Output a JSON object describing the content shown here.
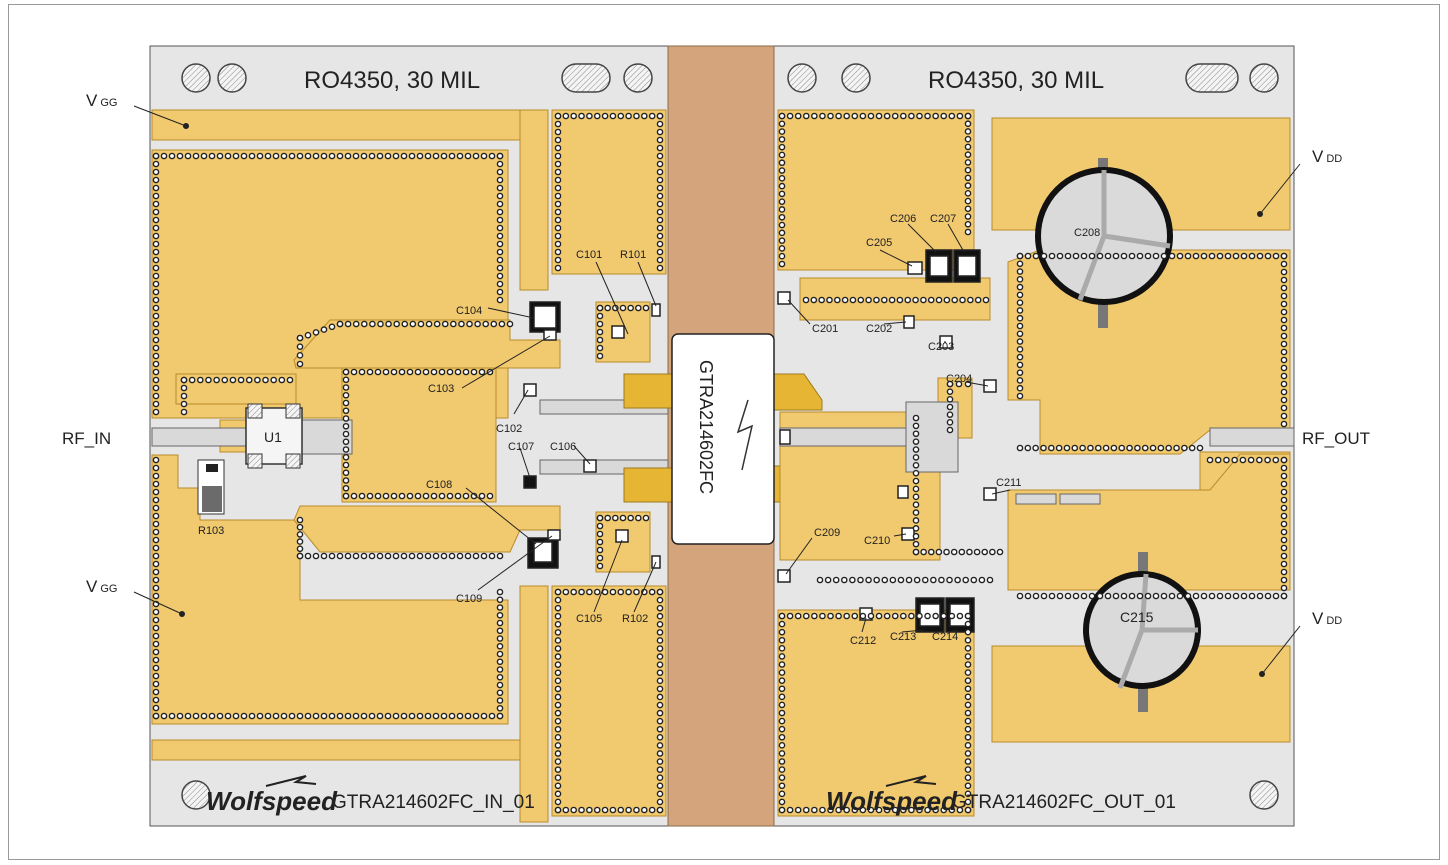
{
  "boards": {
    "input": {
      "material_label": "RO4350, 30 MIL",
      "brand": "Wolfspeed",
      "part_label": "GTRA214602FC_IN_01",
      "ports": {
        "rf": "RF_IN"
      },
      "vgg_main": "V",
      "vgg_sub": "GG",
      "ic_label": "U1",
      "components": [
        "C101",
        "R101",
        "C104",
        "C103",
        "C102",
        "C107",
        "C106",
        "C108",
        "C109",
        "C105",
        "R102",
        "R103"
      ]
    },
    "output": {
      "material_label": "RO4350, 30 MIL",
      "brand": "Wolfspeed",
      "part_label": "GTRA214602FC_OUT_01",
      "ports": {
        "rf": "RF_OUT"
      },
      "vdd_main": "V",
      "vdd_sub": "DD",
      "components": [
        "C205",
        "C206",
        "C207",
        "C201",
        "C202",
        "C203",
        "C204",
        "C211",
        "C210",
        "C209",
        "C212",
        "C213",
        "C214"
      ],
      "cap_top": "C208",
      "cap_bottom": "C215"
    }
  },
  "device": {
    "label": "GTRA214602FC"
  },
  "colors": {
    "board": "#e6e6e6",
    "copper": "#f1c96e",
    "copper_dark": "#d8a93b",
    "copper_edge": "#b98c2a",
    "flange": "#d4a57c",
    "via": "#222222"
  }
}
